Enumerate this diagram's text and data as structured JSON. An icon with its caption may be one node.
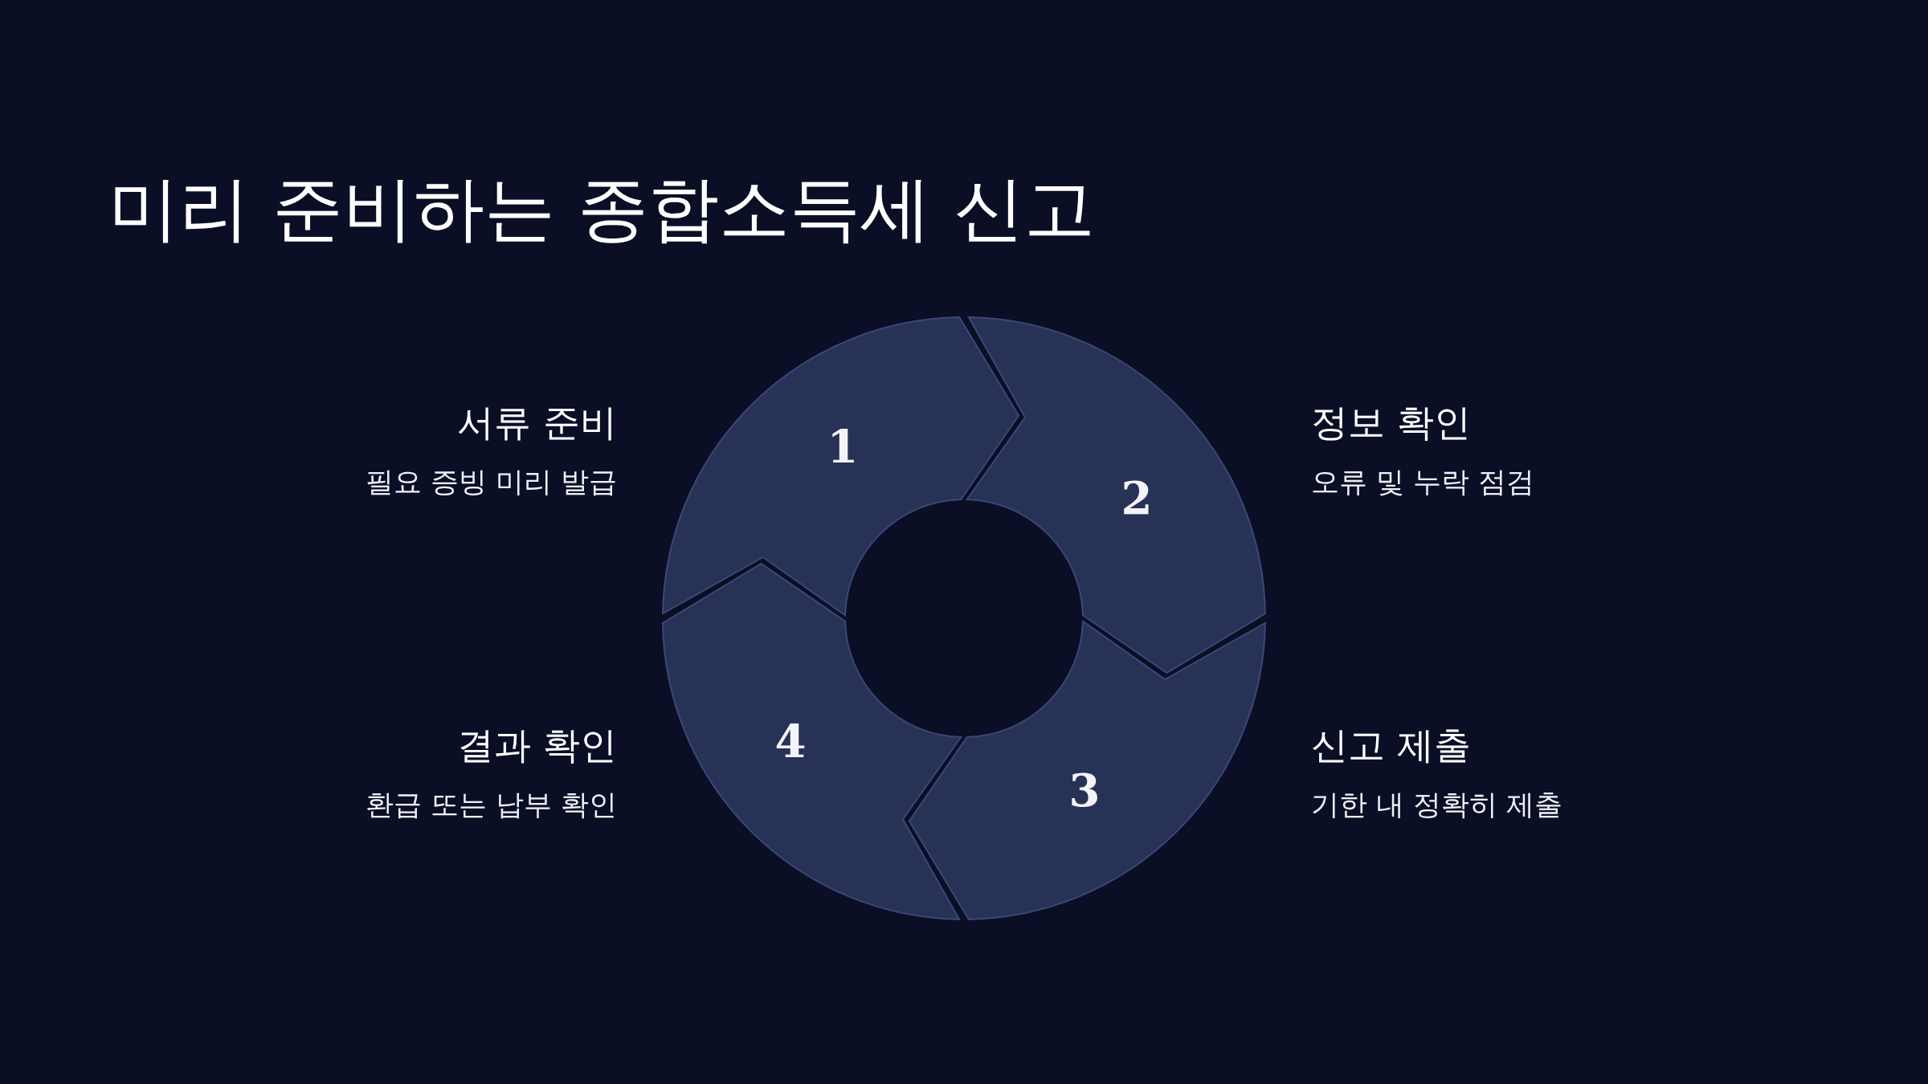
{
  "diagram": {
    "title": "미리 준비하는 종합소득세 신고",
    "nodes": [
      {
        "text": [
          "1"
        ],
        "beside": [
          "서류 준비",
          "필요 증빙 미리 발급"
        ]
      },
      {
        "text": [
          "2"
        ],
        "beside": [
          "정보 확인",
          "오류 및 누락 점검"
        ]
      },
      {
        "text": [
          "3"
        ],
        "beside": [
          "신고 제출",
          "기한 내 정확히 제출"
        ]
      },
      {
        "text": [
          "4"
        ],
        "beside": [
          "결과 확인",
          "환급 또는 납부 확인"
        ]
      }
    ]
  }
}
